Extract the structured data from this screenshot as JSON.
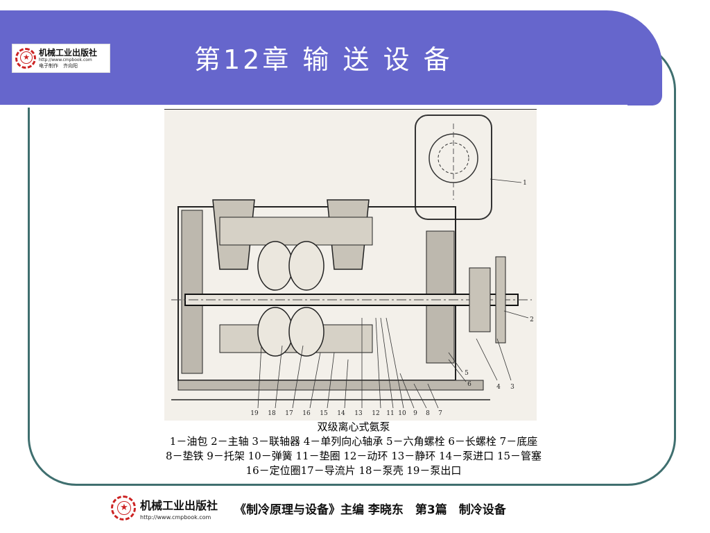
{
  "header": {
    "title": "第12章 输 送 设 备",
    "logo": {
      "publisher": "机械工业出版社",
      "url": "http://www.cmpbook.com",
      "credit": "电子制作　齐向阳"
    }
  },
  "figure": {
    "callouts": [
      "1",
      "2",
      "3",
      "4",
      "5",
      "6",
      "7",
      "8",
      "9",
      "10",
      "11",
      "12",
      "13",
      "14",
      "15",
      "16",
      "17",
      "18",
      "19"
    ]
  },
  "caption": {
    "title": "双级离心式氨泵",
    "line1": "1－油包 2－主轴  3－联轴器  4－单列向心轴承 5－六角螺栓 6－长螺栓  7－底座",
    "line2": "8－垫铁 9－托架  10－弹簧 11－垫圈  12－动环 13－静环 14－泵进口 15－管塞",
    "line3": "16－定位圈17－导流片  18－泵壳 19－泵出口"
  },
  "footer": {
    "publisher": "机械工业出版社",
    "url": "http://www.cmpbook.com",
    "book": "《制冷原理与设备》主编  李晓东　第3篇　制冷设备"
  },
  "colors": {
    "header_band": "#6666cc",
    "frame": "#3f6f6f",
    "logo_red": "#cc2222"
  }
}
